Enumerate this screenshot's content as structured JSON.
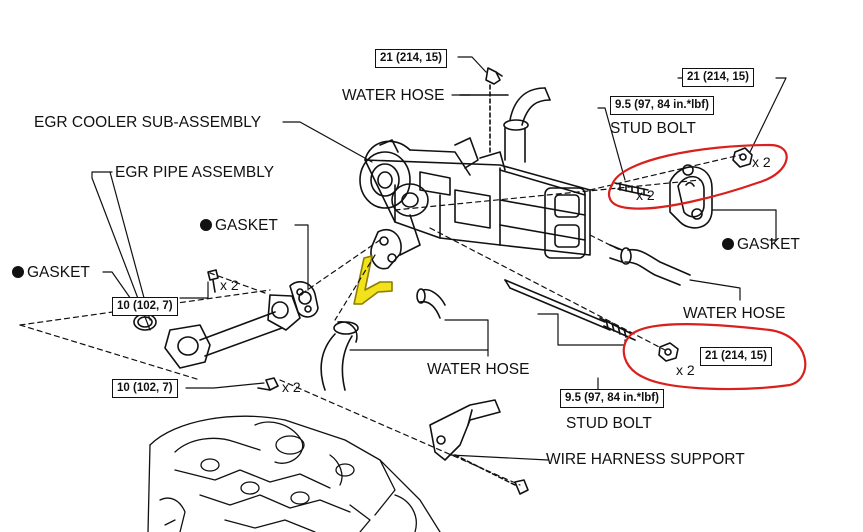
{
  "labels": {
    "water_hose_top": "WATER HOSE",
    "egr_cooler": "EGR COOLER SUB-ASSEMBLY",
    "egr_pipe": "EGR PIPE ASSEMBLY",
    "stud_bolt_upper": "STUD BOLT",
    "gasket_mid": "GASKET",
    "gasket_left": "GASKET",
    "gasket_right": "GASKET",
    "water_hose_right": "WATER HOSE",
    "water_hose_lower": "WATER HOSE",
    "stud_bolt_lower": "STUD BOLT",
    "wire_harness_support": "WIRE HARNESS SUPPORT"
  },
  "torque_specs": {
    "top_bolt": "21 (214, 15)",
    "right_nut": "21 (214, 15)",
    "stud_upper": "9.5 (97, 84 in.*lbf)",
    "pipe_bolt_upper": "10 (102, 7)",
    "pipe_bolt_lower": "10 (102, 7)",
    "lower_nut": "21 (214, 15)",
    "stud_lower": "9.5 (97, 84 in.*lbf)"
  },
  "multipliers": {
    "right_nut": "x 2",
    "stud_upper": "x 2",
    "pipe_bolt_upper": "x 2",
    "pipe_bolt_lower": "x 2",
    "lower_nut": "x 2"
  },
  "colors": {
    "line": "#111111",
    "highlight_circle": "#d9201c",
    "highlight_pipe": "#f2e21b"
  },
  "icons": {
    "gasket_marker": "filled-circle"
  }
}
